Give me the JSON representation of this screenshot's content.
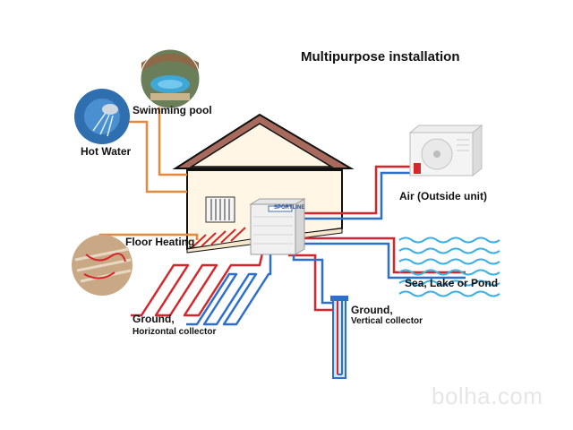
{
  "title": "Multipurpose installation",
  "labels": {
    "swimming_pool": "Swimming pool",
    "hot_water": "Hot Water",
    "air": "Air (Outside unit)",
    "floor_heating": "Floor Heating",
    "sea": "Sea, Lake or Pond",
    "ground_horizontal_1": "Ground,",
    "ground_horizontal_2": "Horizontal collector",
    "ground_vertical_1": "Ground,",
    "ground_vertical_2": "Vertical collector"
  },
  "unit_brand": "SPORTLINE",
  "watermark": "bolha.com",
  "colors": {
    "hot_pipe": "#e05a2b",
    "warm_pipe": "#e8883a",
    "red_pipe": "#d6262b",
    "blue_pipe": "#2d6fcf",
    "roof": "#a86a5c",
    "house_wall": "#fff6e6",
    "water_wave": "#3ab0e6"
  }
}
